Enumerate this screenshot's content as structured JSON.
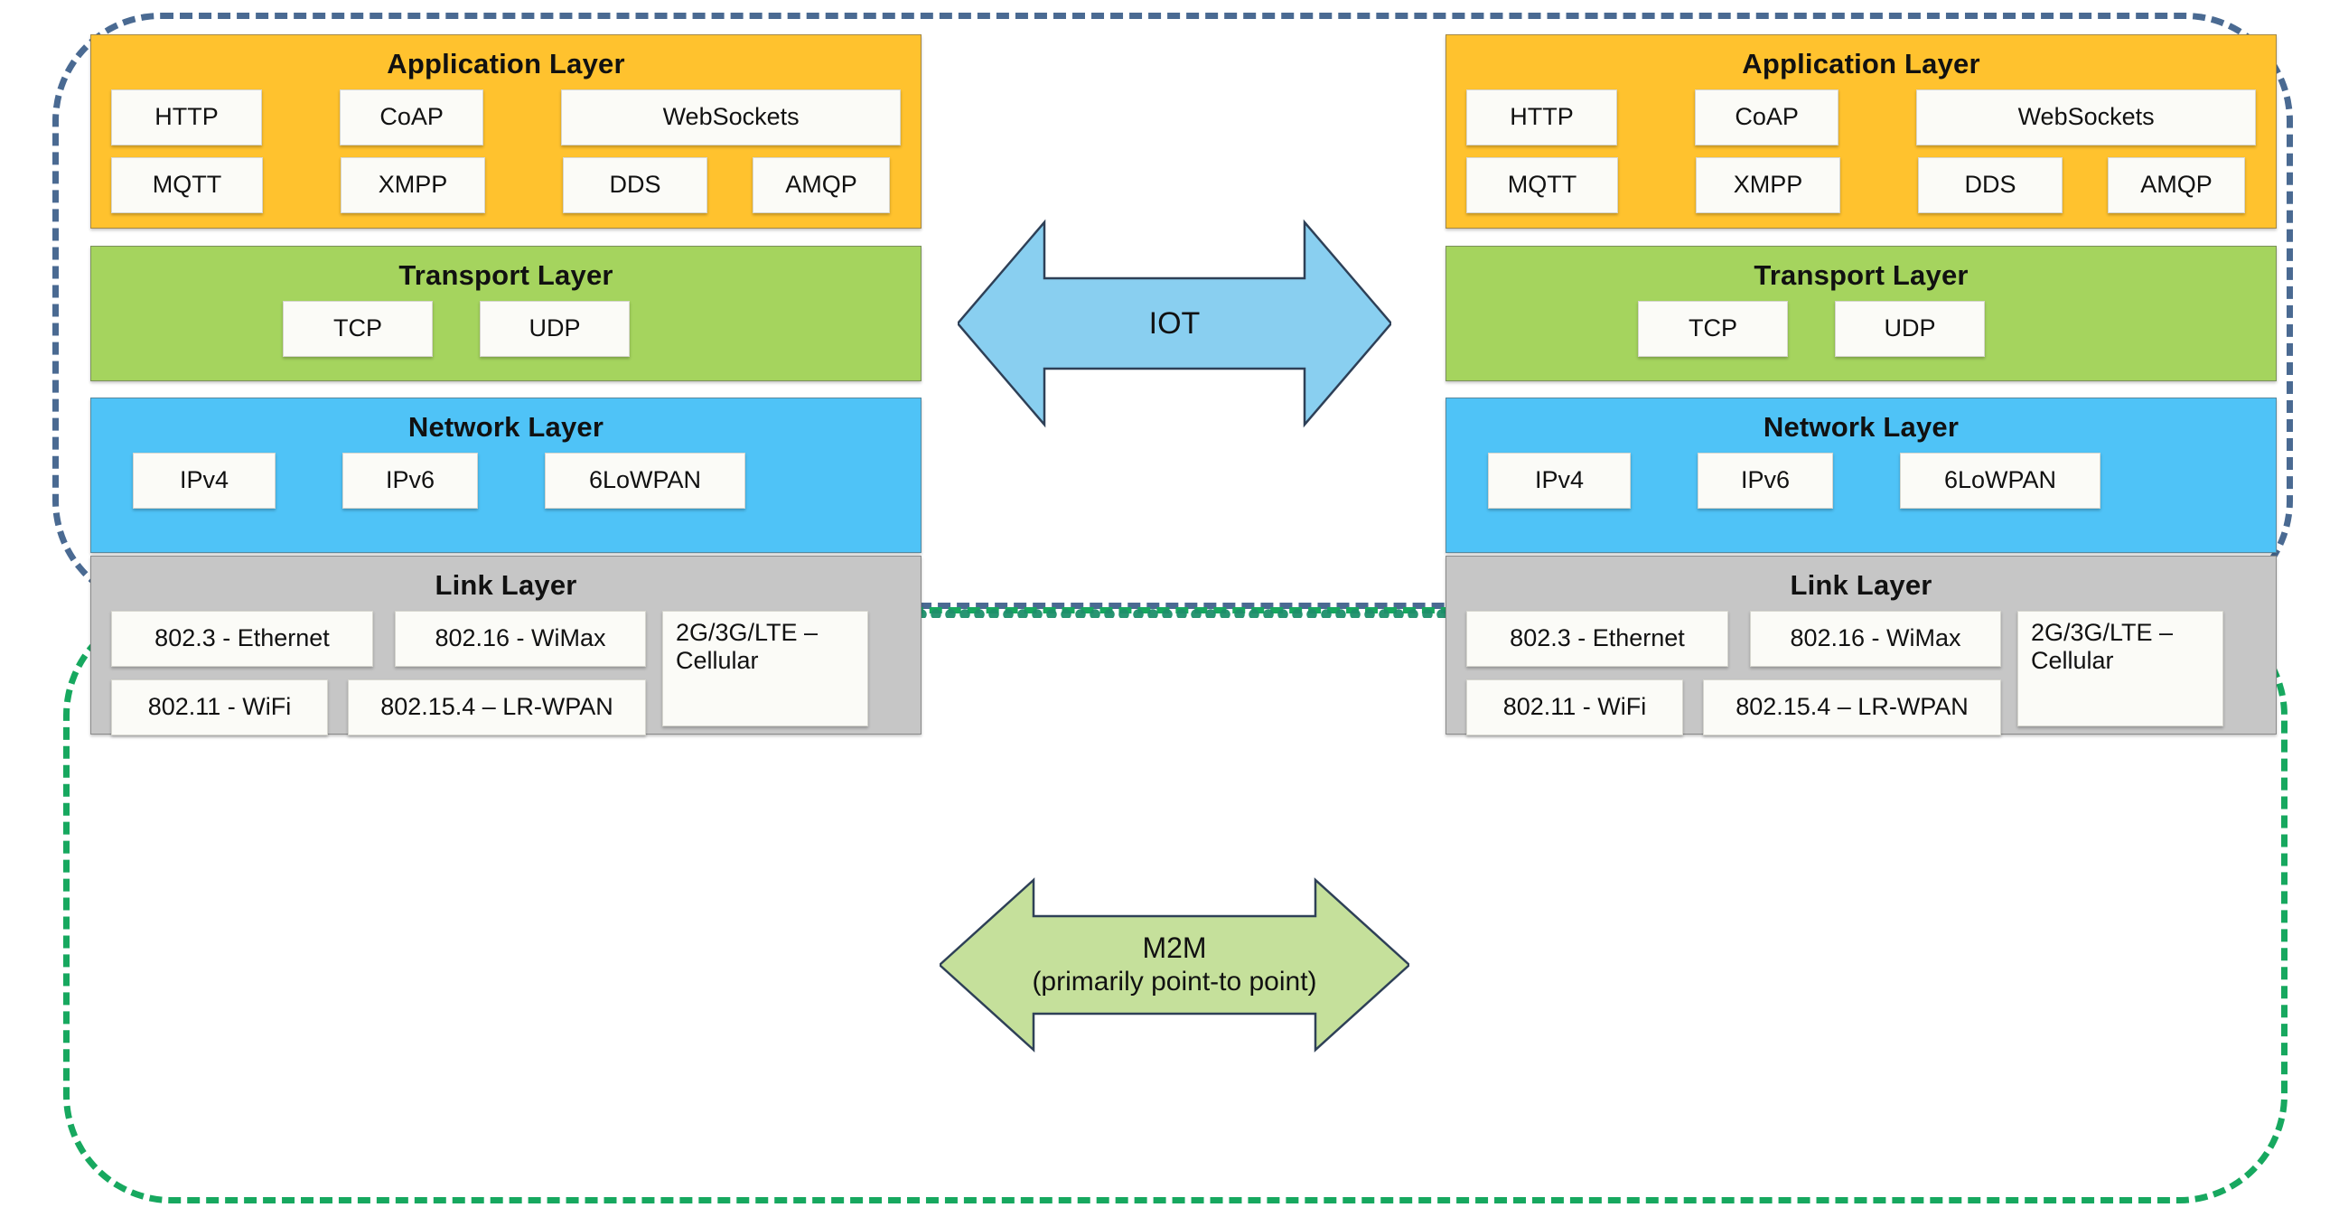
{
  "diagram": {
    "title": "IoT / M2M protocol stack comparison",
    "regions": [
      {
        "name": "IOT",
        "color": "#4a6a92"
      },
      {
        "name": "M2M",
        "color": "#17a85f"
      }
    ]
  },
  "colors": {
    "application": "#FFC22E",
    "transport": "#A5D45E",
    "network": "#4FC3F7",
    "link": "#C6C6C6",
    "iot_border": "#4a6a92",
    "m2m_border": "#17a85f",
    "iot_arrow": "#89CFF0",
    "m2m_arrow": "#C5E09B",
    "arrow_outline": "#2e4057",
    "chip": "#FBFBF7"
  },
  "arrows": {
    "iot": {
      "label": "IOT",
      "sublabel": ""
    },
    "m2m": {
      "label": "M2M",
      "sublabel": "(primarily point-to point)"
    }
  },
  "stack": {
    "application": {
      "title": "Application Layer",
      "row1": [
        "HTTP",
        "CoAP",
        "WebSockets"
      ],
      "row2": [
        "MQTT",
        "XMPP",
        "DDS",
        "AMQP"
      ]
    },
    "transport": {
      "title": "Transport Layer",
      "items": [
        "TCP",
        "UDP"
      ]
    },
    "network": {
      "title": "Network Layer",
      "items": [
        "IPv4",
        "IPv6",
        "6LoWPAN"
      ]
    },
    "link": {
      "title": "Link Layer",
      "items": [
        "802.3 - Ethernet",
        "802.16 - WiMax",
        "2G/3G/LTE – Cellular",
        "802.11 - WiFi",
        "802.15.4 – LR-WPAN"
      ]
    }
  }
}
